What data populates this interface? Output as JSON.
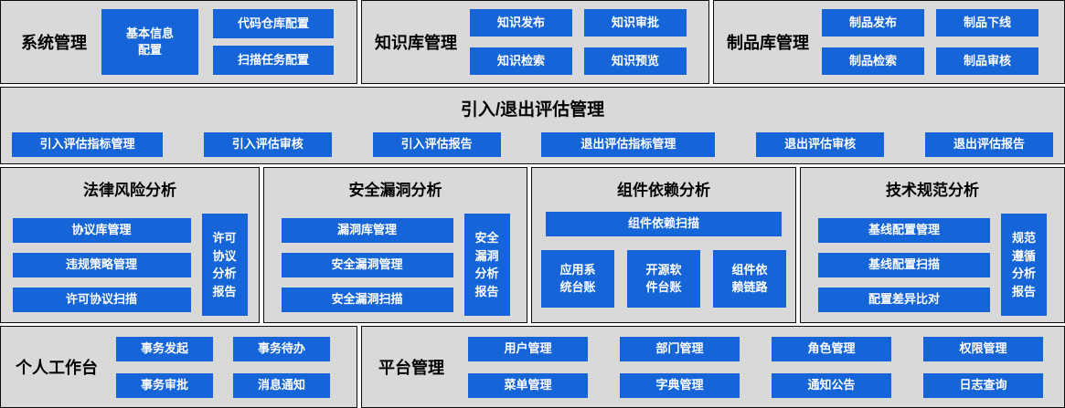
{
  "colors": {
    "panel_bg": "#d9d9d9",
    "button_blue": "#1565d8",
    "button_text": "#ffffff",
    "title_text": "#000000",
    "border": "#0a0a0a"
  },
  "panels": {
    "system": {
      "title": "系统管理",
      "buttons": [
        "基本信息配置",
        "代码仓库配置",
        "扫描任务配置"
      ]
    },
    "knowledge": {
      "title": "知识库管理",
      "buttons": [
        "知识发布",
        "知识审批",
        "知识检索",
        "知识预览"
      ]
    },
    "artifact": {
      "title": "制品库管理",
      "buttons": [
        "制品发布",
        "制品下线",
        "制品检索",
        "制品审核"
      ]
    },
    "evaluation": {
      "title": "引入/退出评估管理",
      "buttons": [
        "引入评估指标管理",
        "引入评估审核",
        "引入评估报告",
        "退出评估指标管理",
        "退出评估审核",
        "退出评估报告"
      ]
    },
    "legal": {
      "title": "法律风险分析",
      "buttons": [
        "协议库管理",
        "违规策略管理",
        "许可协议扫描"
      ],
      "report": "许可协议分析报告"
    },
    "security": {
      "title": "安全漏洞分析",
      "buttons": [
        "漏洞库管理",
        "安全漏洞管理",
        "安全漏洞扫描"
      ],
      "report": "安全漏洞分析报告"
    },
    "component": {
      "title": "组件依赖分析",
      "scan": "组件依赖扫描",
      "buttons": [
        "应用系统台账",
        "开源软件台账",
        "组件依赖链路"
      ]
    },
    "techspec": {
      "title": "技术规范分析",
      "buttons": [
        "基线配置管理",
        "基线配置扫描",
        "配置差异比对"
      ],
      "report": "规范遵循分析报告"
    },
    "workspace": {
      "title": "个人工作台",
      "buttons": [
        "事务发起",
        "事务待办",
        "事务审批",
        "消息通知"
      ]
    },
    "platform": {
      "title": "平台管理",
      "buttons": [
        "用户管理",
        "部门管理",
        "角色管理",
        "权限管理",
        "菜单管理",
        "字典管理",
        "通知公告",
        "日志查询"
      ]
    }
  }
}
